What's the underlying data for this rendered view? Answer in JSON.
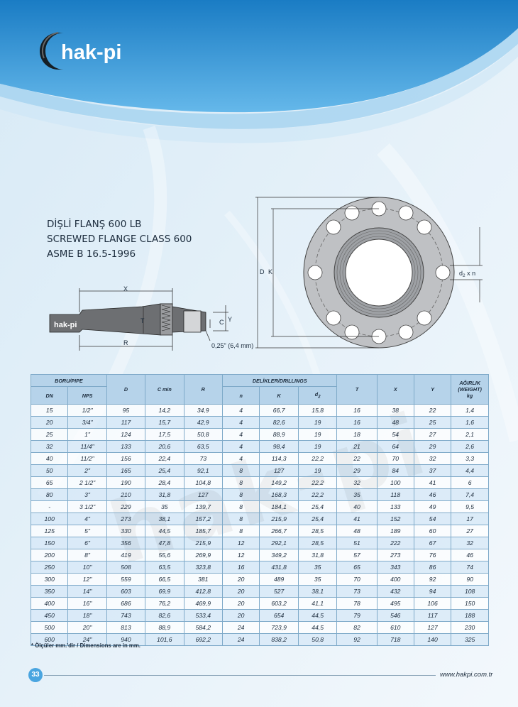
{
  "header": {
    "brand": "hak-pi"
  },
  "titles": {
    "line1": "DİŞLİ FLANŞ 600 LB",
    "line2": "SCREWED FLANGE CLASS 600",
    "line3": "ASME B 16.5-1996"
  },
  "drawing": {
    "side_view": {
      "x_label": "X",
      "t_label": "T",
      "r_label": "R",
      "c_label": "C",
      "y_label": "Y",
      "raised_face": "0,25\" (6,4 mm)",
      "brand": "hak-pi"
    },
    "front_view": {
      "d_label": "D",
      "k_label": "K",
      "holes_label": "d",
      "holes_sub": "2",
      "holes_suffix": " x n"
    }
  },
  "table": {
    "group_headers": {
      "boru": "BORU/PIPE",
      "delikler": "DELİKLER/DRILLINGS",
      "agirlik_line1": "AĞIRLIK",
      "agirlik_line2": "(WEIGHT)",
      "agirlik_line3": "kg"
    },
    "columns": {
      "dn": "DN",
      "nps": "NPS",
      "d": "D",
      "cmin": "C min",
      "r": "R",
      "n": "n",
      "k": "K",
      "d2": "d",
      "d2_sub": "2",
      "t": "T",
      "x": "X",
      "y": "Y"
    },
    "rows": [
      [
        "15",
        "1/2\"",
        "95",
        "14,2",
        "34,9",
        "4",
        "66,7",
        "15,8",
        "16",
        "38",
        "22",
        "1,4"
      ],
      [
        "20",
        "3/4\"",
        "117",
        "15,7",
        "42,9",
        "4",
        "82,6",
        "19",
        "16",
        "48",
        "25",
        "1,6"
      ],
      [
        "25",
        "1\"",
        "124",
        "17,5",
        "50,8",
        "4",
        "88,9",
        "19",
        "18",
        "54",
        "27",
        "2,1"
      ],
      [
        "32",
        "11/4\"",
        "133",
        "20,6",
        "63,5",
        "4",
        "98,4",
        "19",
        "21",
        "64",
        "29",
        "2,6"
      ],
      [
        "40",
        "11/2\"",
        "156",
        "22,4",
        "73",
        "4",
        "114,3",
        "22,2",
        "22",
        "70",
        "32",
        "3,3"
      ],
      [
        "50",
        "2\"",
        "165",
        "25,4",
        "92,1",
        "8",
        "127",
        "19",
        "29",
        "84",
        "37",
        "4,4"
      ],
      [
        "65",
        "2 1/2\"",
        "190",
        "28,4",
        "104,8",
        "8",
        "149,2",
        "22,2",
        "32",
        "100",
        "41",
        "6"
      ],
      [
        "80",
        "3\"",
        "210",
        "31,8",
        "127",
        "8",
        "168,3",
        "22,2",
        "35",
        "118",
        "46",
        "7,4"
      ],
      [
        "-",
        "3 1/2\"",
        "229",
        "35",
        "139,7",
        "8",
        "184,1",
        "25,4",
        "40",
        "133",
        "49",
        "9,5"
      ],
      [
        "100",
        "4\"",
        "273",
        "38,1",
        "157,2",
        "8",
        "215,9",
        "25,4",
        "41",
        "152",
        "54",
        "17"
      ],
      [
        "125",
        "5\"",
        "330",
        "44,5",
        "185,7",
        "8",
        "266,7",
        "28,5",
        "48",
        "189",
        "60",
        "27"
      ],
      [
        "150",
        "6\"",
        "356",
        "47,8",
        "215,9",
        "12",
        "292,1",
        "28,5",
        "51",
        "222",
        "67",
        "32"
      ],
      [
        "200",
        "8\"",
        "419",
        "55,6",
        "269,9",
        "12",
        "349,2",
        "31,8",
        "57",
        "273",
        "76",
        "46"
      ],
      [
        "250",
        "10\"",
        "508",
        "63,5",
        "323,8",
        "16",
        "431,8",
        "35",
        "65",
        "343",
        "86",
        "74"
      ],
      [
        "300",
        "12\"",
        "559",
        "66,5",
        "381",
        "20",
        "489",
        "35",
        "70",
        "400",
        "92",
        "90"
      ],
      [
        "350",
        "14\"",
        "603",
        "69,9",
        "412,8",
        "20",
        "527",
        "38,1",
        "73",
        "432",
        "94",
        "108"
      ],
      [
        "400",
        "16\"",
        "686",
        "76,2",
        "469,9",
        "20",
        "603,2",
        "41,1",
        "78",
        "495",
        "106",
        "150"
      ],
      [
        "450",
        "18\"",
        "743",
        "82,6",
        "533,4",
        "20",
        "654",
        "44,5",
        "79",
        "546",
        "117",
        "188"
      ],
      [
        "500",
        "20\"",
        "813",
        "88,9",
        "584,2",
        "24",
        "723,9",
        "44,5",
        "82",
        "610",
        "127",
        "230"
      ],
      [
        "600",
        "24\"",
        "940",
        "101,6",
        "692,2",
        "24",
        "838,2",
        "50,8",
        "92",
        "718",
        "140",
        "325"
      ]
    ]
  },
  "footnote": "* Ölçüler mm.'dir / Dimensions are in mm.",
  "watermark": "hak-pi",
  "footer": {
    "page_number": "33",
    "website": "www.hakpi.com.tr"
  },
  "colors": {
    "accent_blue": "#4aa5e0",
    "header_blue": "#1a7cc4",
    "table_header": "#b6d3ea"
  }
}
